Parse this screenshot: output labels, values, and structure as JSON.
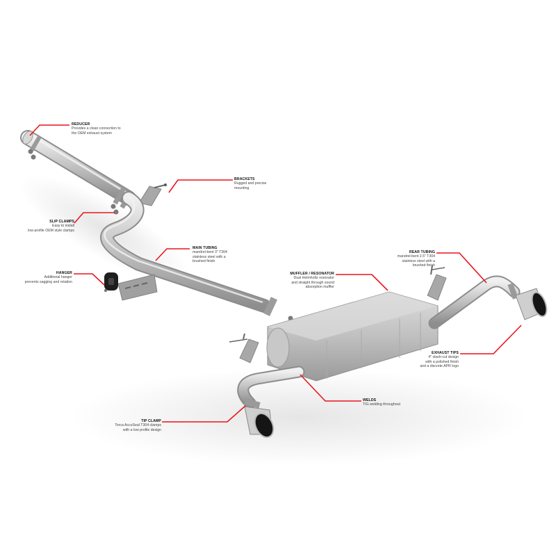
{
  "colors": {
    "background": "#ffffff",
    "callout_line": "#e8141c",
    "metal_light": "#e4e4e4",
    "metal_mid": "#b9b9b9",
    "metal_dark": "#8c8c8c",
    "tip_inner": "#151515",
    "hanger_rubber": "#1e1e1e"
  },
  "callouts": [
    {
      "id": "reducer",
      "title": "REDUCER",
      "desc": [
        "Provides a clean connection to",
        "the OEM exhaust system"
      ]
    },
    {
      "id": "brackets",
      "title": "BRACKETS",
      "desc": [
        "Rugged and precise",
        "mounting"
      ]
    },
    {
      "id": "slip-clamps",
      "title": "SLIP CLAMPS",
      "desc": [
        "Easy to install",
        "low-profile OEM style clamps"
      ]
    },
    {
      "id": "main-tubing",
      "title": "MAIN TUBING",
      "desc": [
        "mandrel-bent 3\" T304",
        "stainless steel with a",
        "brushed finish"
      ]
    },
    {
      "id": "hanger",
      "title": "HANGER",
      "desc": [
        "Additional hanger",
        "prevents sagging and rotation"
      ]
    },
    {
      "id": "muffler",
      "title": "MUFFLER / RESONATOR",
      "desc": [
        "Dual Helmholtz resonator",
        "and straight through sound",
        "absorption muffler"
      ]
    },
    {
      "id": "rear-tubing",
      "title": "REAR TUBING",
      "desc": [
        "mandrel-bent 2.5\" T304",
        "stainless steel with a",
        "brushed finish"
      ]
    },
    {
      "id": "exhaust-tips",
      "title": "EXHAUST TIPS",
      "desc": [
        "4\" slash-cut design",
        "with a polished finish",
        "and a discrete APR logo"
      ]
    },
    {
      "id": "welds",
      "title": "WELDS",
      "desc": [
        "TIG welding throughout"
      ]
    },
    {
      "id": "tip-clamp",
      "title": "TIP CLAMP",
      "desc": [
        "Torca AccuSeal T304 clamps",
        "with a low profile design"
      ]
    }
  ]
}
